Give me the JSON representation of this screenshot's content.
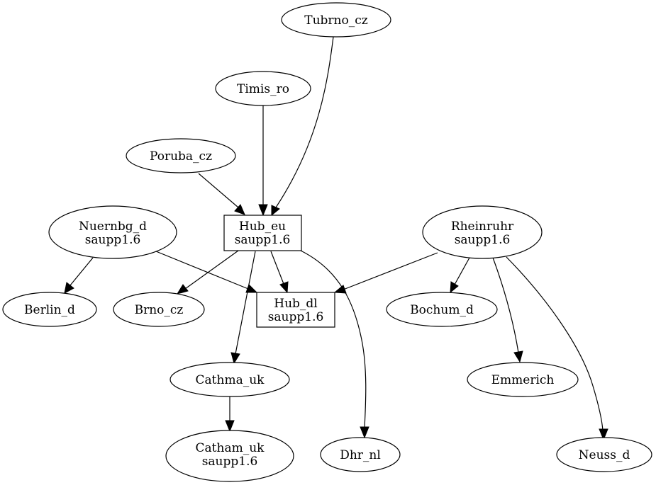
{
  "nodes": {
    "tubrno_cz": {
      "lines": [
        "Tubrno_cz"
      ]
    },
    "timis_ro": {
      "lines": [
        "Timis_ro"
      ]
    },
    "poruba_cz": {
      "lines": [
        "Poruba_cz"
      ]
    },
    "nuernbg_d": {
      "lines": [
        "Nuernbg_d",
        "saupp1.6"
      ]
    },
    "hub_eu": {
      "lines": [
        "Hub_eu",
        "saupp1.6"
      ]
    },
    "rheinruhr": {
      "lines": [
        "Rheinruhr",
        "saupp1.6"
      ]
    },
    "berlin_d": {
      "lines": [
        "Berlin_d"
      ]
    },
    "brno_cz": {
      "lines": [
        "Brno_cz"
      ]
    },
    "hub_dl": {
      "lines": [
        "Hub_dl",
        "saupp1.6"
      ]
    },
    "bochum_d": {
      "lines": [
        "Bochum_d"
      ]
    },
    "cathma_uk": {
      "lines": [
        "Cathma_uk"
      ]
    },
    "emmerich": {
      "lines": [
        "Emmerich"
      ]
    },
    "catham_uk": {
      "lines": [
        "Catham_uk",
        "saupp1.6"
      ]
    },
    "dhr_nl": {
      "lines": [
        "Dhr_nl"
      ]
    },
    "neuss_d": {
      "lines": [
        "Neuss_d"
      ]
    }
  },
  "edges": [
    [
      "tubrno_cz",
      "hub_eu"
    ],
    [
      "timis_ro",
      "hub_eu"
    ],
    [
      "poruba_cz",
      "hub_eu"
    ],
    [
      "nuernbg_d",
      "berlin_d"
    ],
    [
      "nuernbg_d",
      "hub_dl"
    ],
    [
      "hub_eu",
      "brno_cz"
    ],
    [
      "hub_eu",
      "hub_dl"
    ],
    [
      "hub_eu",
      "cathma_uk"
    ],
    [
      "hub_eu",
      "dhr_nl"
    ],
    [
      "rheinruhr",
      "hub_dl"
    ],
    [
      "rheinruhr",
      "bochum_d"
    ],
    [
      "rheinruhr",
      "emmerich"
    ],
    [
      "rheinruhr",
      "neuss_d"
    ],
    [
      "cathma_uk",
      "catham_uk"
    ]
  ]
}
